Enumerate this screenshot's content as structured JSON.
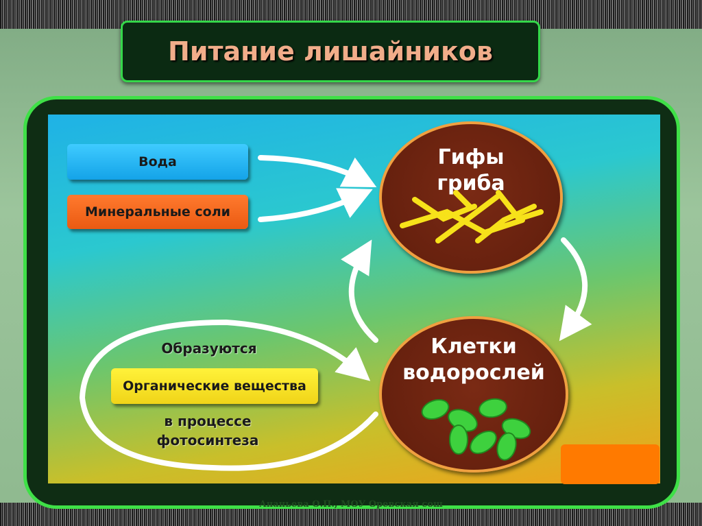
{
  "title": "Питание лишайников",
  "inputs": {
    "water": "Вода",
    "minerals": "Минеральные соли"
  },
  "hyphae": {
    "line1": "Гифы",
    "line2": "гриба"
  },
  "algae": {
    "line1": "Клетки",
    "line2": "водорослей"
  },
  "process": {
    "formed": "Образуются",
    "organic": "Органические вещества",
    "line1": "в процессе",
    "line2": "фотосинтеза"
  },
  "footer": "Ананьева О.П., МОУ Оревская сош",
  "colors": {
    "frame_green": "#3fe047",
    "hyphae_yellow": "#f7e21a",
    "algae_green": "#3ed13e",
    "circle_brown": "#6a2210"
  }
}
